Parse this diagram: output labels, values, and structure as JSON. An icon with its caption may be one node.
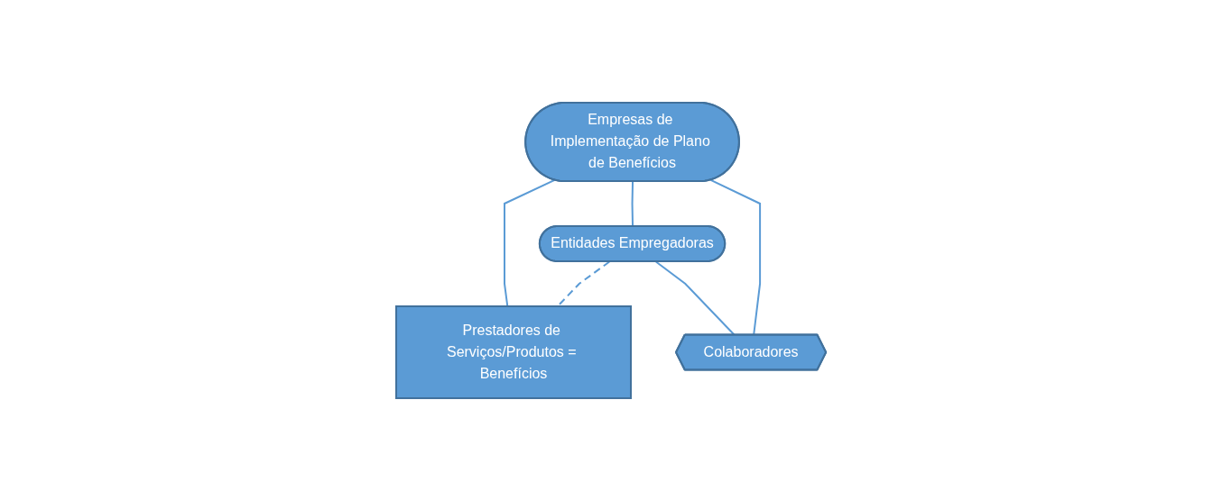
{
  "diagram": {
    "nodes": [
      {
        "text": [
          "Empresas de Implementação de Plano de Benefícios"
        ]
      },
      {
        "text": [
          "Entidades Empregadoras"
        ]
      },
      {
        "text": [
          "Colaboradores"
        ]
      },
      {
        "text": [
          "Prestadores de Serviços/Produtos = Benefícios"
        ]
      }
    ],
    "edges": [
      {
        "from": 0,
        "to": 1,
        "arrow": "none"
      },
      {
        "from": 0,
        "to": 3,
        "arrow": "none"
      },
      {
        "from": 1,
        "to": 3,
        "arrow": "none",
        "style": "dashed"
      },
      {
        "from": 1,
        "to": 2,
        "arrow": "none"
      },
      {
        "from": 0,
        "to": 2,
        "arrow": "none"
      }
    ]
  }
}
